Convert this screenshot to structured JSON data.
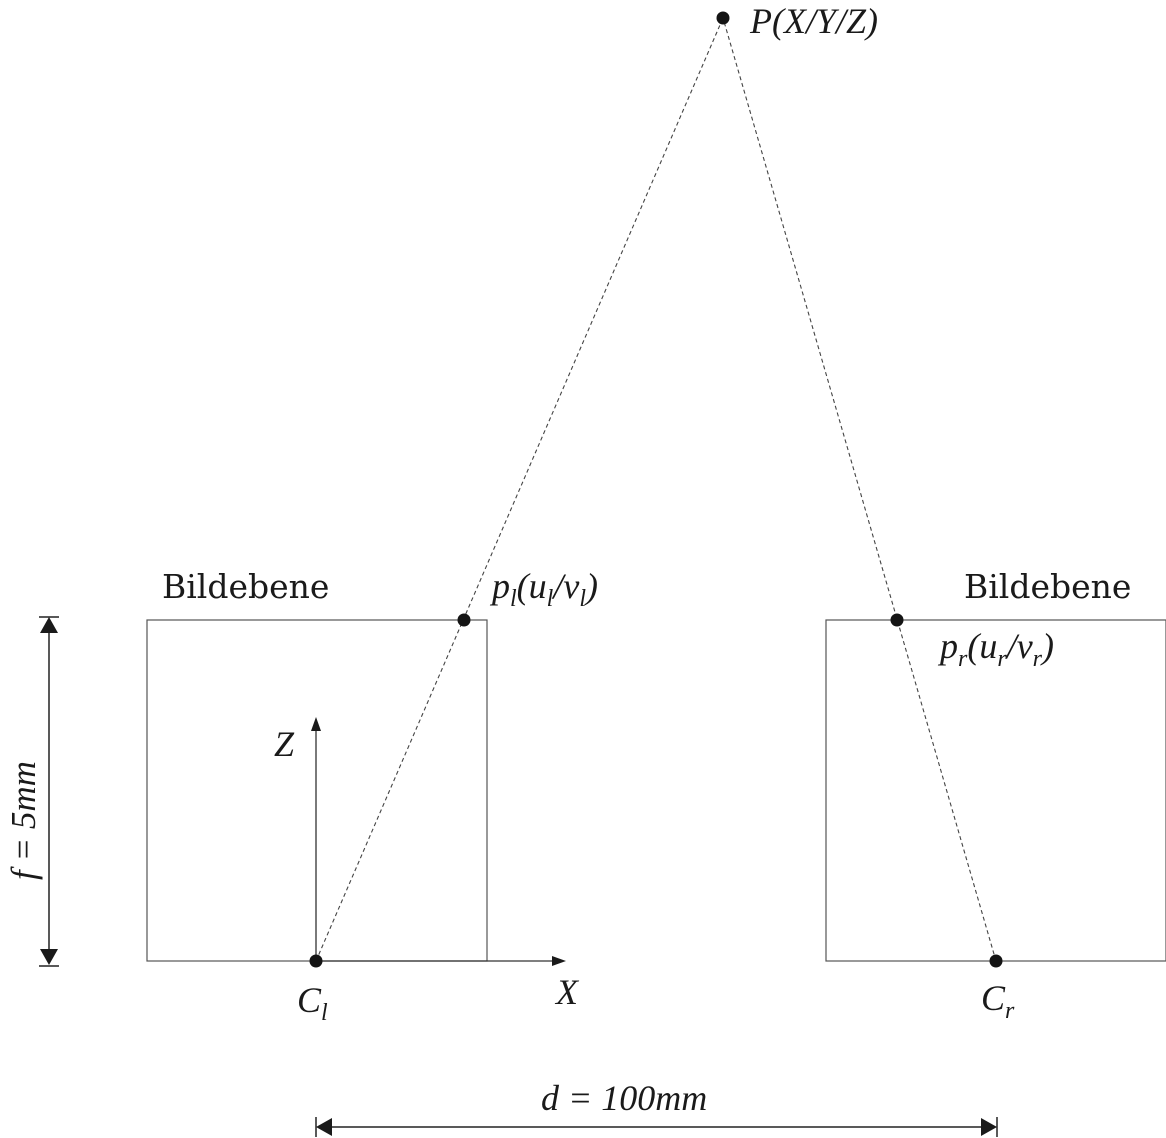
{
  "labels": {
    "point_P": "P(X/Y/Z)",
    "left_plane": "Bildebene",
    "right_plane": "Bildebene",
    "left_image_point": {
      "base": "p",
      "sub": "l",
      "args": "(u",
      "args_sub1": "l",
      "slash": "/v",
      "args_sub2": "l",
      "close": ")"
    },
    "right_image_point": {
      "base": "p",
      "sub": "r",
      "args": "(u",
      "args_sub1": "r",
      "slash": "/v",
      "args_sub2": "r",
      "close": ")"
    },
    "left_center": {
      "base": "C",
      "sub": "l"
    },
    "right_center": {
      "base": "C",
      "sub": "r"
    },
    "axis_x": "X",
    "axis_z": "Z",
    "focal_length": "f = 5mm",
    "baseline": "d = 100mm"
  }
}
